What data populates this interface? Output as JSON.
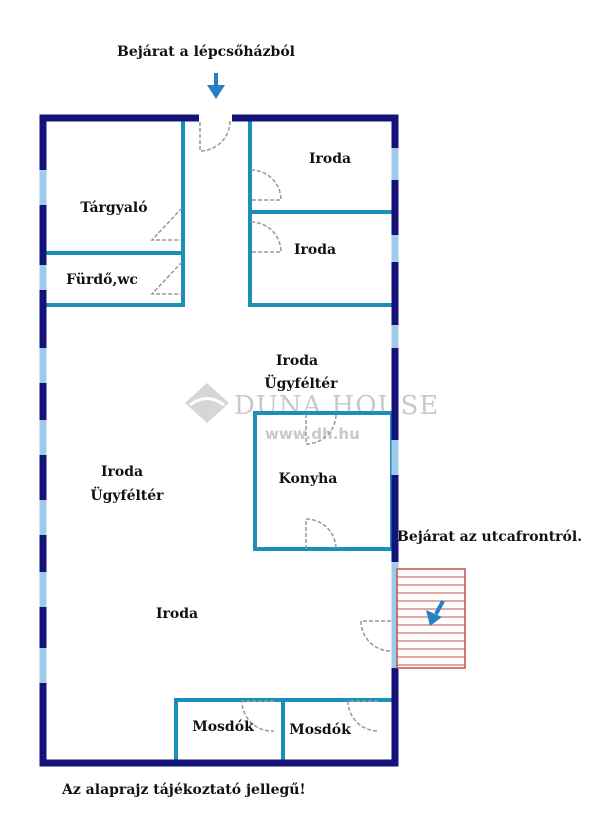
{
  "title": "Bejárat a lépcsőházból",
  "street_entrance": "Bejárat az utcafrontról.",
  "footer": "Az alaprajz tájékoztató jellegű!",
  "watermark": {
    "brand": "DUNA HOUSE",
    "url": "www.dh.hu"
  },
  "rooms": {
    "targyalo": "Tárgyaló",
    "furdo": "Fürdő,wc",
    "iroda_top": "Iroda",
    "iroda_mid": "Iroda",
    "iroda_center_1": "Iroda",
    "iroda_center_2": "Ügyféltér",
    "konyha": "Konyha",
    "iroda_left_1": "Iroda",
    "iroda_left_2": "Ügyféltér",
    "iroda_bottom": "Iroda",
    "mosdok_1": "Mosdók",
    "mosdok_2": "Mosdók"
  },
  "colors": {
    "outer_wall": "#13137a",
    "inner_wall": "#1a8fb8",
    "window": "#9fcbea",
    "door": "#999999",
    "arrow": "#2a7fc4",
    "stairs": "#c0504d"
  }
}
